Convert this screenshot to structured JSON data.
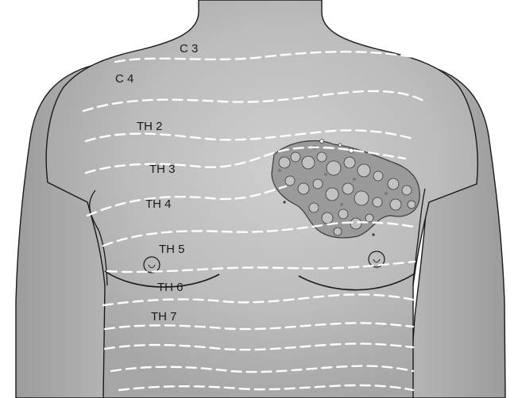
{
  "labels": {
    "c3": "C 3",
    "c4": "C 4",
    "th2": "TH 2",
    "th3": "TH 3",
    "th4": "TH 4",
    "th5": "TH 5",
    "th6": "TH 6",
    "th7": "TH 7"
  },
  "colors": {
    "background": "#ffffff",
    "skin_light": "#d4d4d4",
    "skin_mid": "#bdbdbd",
    "skin_dark": "#9c9c9c",
    "outline": "#1a1a1a",
    "dermatome_line": "#ffffff",
    "lesion_base": "#9a9a9a",
    "lesion_spot": "#c2c2c2",
    "lesion_outline": "#3a3a3a"
  }
}
